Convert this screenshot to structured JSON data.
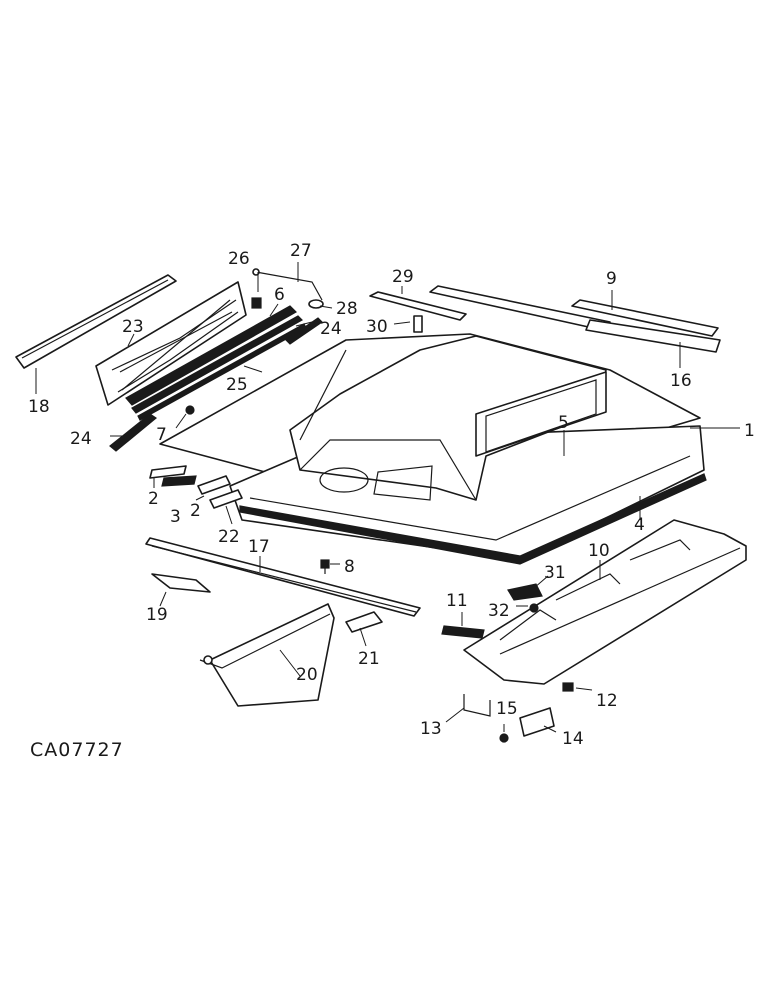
{
  "diagram": {
    "code": "CA07727",
    "labels": {
      "l1": "1",
      "l2a": "2",
      "l2b": "2",
      "l3": "3",
      "l4": "4",
      "l5": "5",
      "l6": "6",
      "l7": "7",
      "l8": "8",
      "l9": "9",
      "l10": "10",
      "l11": "11",
      "l12": "12",
      "l13": "13",
      "l14": "14",
      "l15": "15",
      "l16": "16",
      "l17": "17",
      "l18": "18",
      "l19": "19",
      "l20": "20",
      "l21": "21",
      "l22": "22",
      "l23": "23",
      "l24a": "24",
      "l24b": "24",
      "l25": "25",
      "l26": "26",
      "l27": "27",
      "l28": "28",
      "l29": "29",
      "l30": "30",
      "l31": "31",
      "l32": "32"
    }
  }
}
